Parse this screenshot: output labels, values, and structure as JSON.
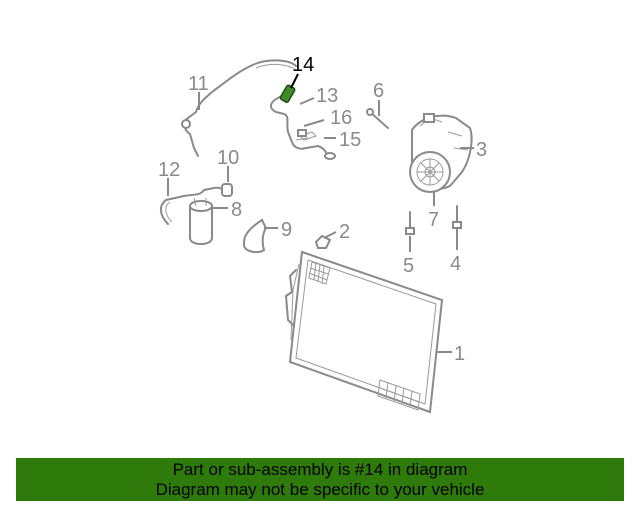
{
  "diagram": {
    "callouts": [
      "1",
      "2",
      "3",
      "4",
      "5",
      "6",
      "7",
      "8",
      "9",
      "10",
      "11",
      "12",
      "13",
      "14",
      "15",
      "16"
    ],
    "highlighted_part": "14",
    "highlight_color": "#3f8a2a"
  },
  "banner": {
    "line1": "Part or sub-assembly is #14 in diagram",
    "line2": "Diagram may not be specific to your vehicle",
    "background": "#2e7b0c"
  }
}
